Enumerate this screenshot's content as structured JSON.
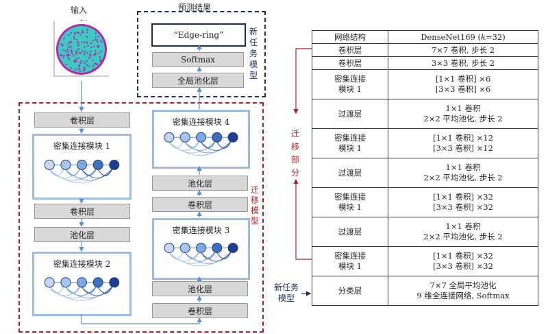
{
  "input_label": "输入",
  "prediction_label": "预测结果",
  "prediction_output": "“Edge-ring”",
  "softmax_label": "Softmax",
  "global_pool_label": "全局池化层",
  "new_task_model_vertical": [
    "新",
    "任",
    "务",
    "模",
    "型"
  ],
  "transfer_model_vertical": [
    "迁",
    "移",
    "模",
    "型"
  ],
  "transfer_part_vertical": [
    "迁",
    "移",
    "部",
    "分"
  ],
  "new_task_model_label": [
    "新任务",
    "模型"
  ],
  "left_column": {
    "conv1": "卷积层",
    "dense1": "密集连接模块 1",
    "conv2": "卷积层",
    "pool1": "池化层",
    "dense2": "密集连接模块 2"
  },
  "right_column": {
    "dense4": "密集连接模块 4",
    "pool3": "池化层",
    "conv4": "卷积层",
    "dense3": "密集连接模块 3",
    "pool2": "池化层",
    "conv3": "卷积层"
  },
  "wafer_small_label": "No 2",
  "table": {
    "header": [
      "网络结构",
      "DenseNet169 (k=32)"
    ],
    "rows": [
      {
        "name": [
          "卷积层"
        ],
        "detail": [
          "7×7 卷积, 步长 2"
        ]
      },
      {
        "name": [
          "卷积层"
        ],
        "detail": [
          "3×3 卷积, 步长 2"
        ]
      },
      {
        "name": [
          "密集连接",
          "模块 1"
        ],
        "detail": [
          "[1×1 卷积] ×6",
          "[3×3 卷积] ×6"
        ]
      },
      {
        "name": [
          "过渡层"
        ],
        "detail": [
          "1×1 卷积",
          "2×2 平均池化, 步长 2"
        ]
      },
      {
        "name": [
          "密集连接",
          "模块 1"
        ],
        "detail": [
          "[1×1 卷积] ×12",
          "[3×3 卷积] ×12"
        ]
      },
      {
        "name": [
          "过渡层"
        ],
        "detail": [
          "1×1 卷积",
          "2×2 平均池化, 步长 2"
        ]
      },
      {
        "name": [
          "密集连接",
          "模块 1"
        ],
        "detail": [
          "[1×1 卷积] ×32",
          "[3×3 卷积] ×32"
        ]
      },
      {
        "name": [
          "过渡层"
        ],
        "detail": [
          "1×1 卷积",
          "2×2 平均池化, 步长 2"
        ]
      },
      {
        "name": [
          "密集连接",
          "模块 1"
        ],
        "detail": [
          "[1×1 卷积] ×32",
          "[3×3 卷积] ×32"
        ]
      },
      {
        "name": [
          "分类层"
        ],
        "detail": [
          "7×7 全局平均池化",
          "9 维全连接网络, Softmax"
        ]
      }
    ]
  },
  "colors": {
    "red": "#b01d22",
    "navy": "#1e2d5c",
    "block_border": "#9bbbe0",
    "wafer_cyan": "#3ec9c5",
    "wafer_magenta": "#b02aa8"
  }
}
